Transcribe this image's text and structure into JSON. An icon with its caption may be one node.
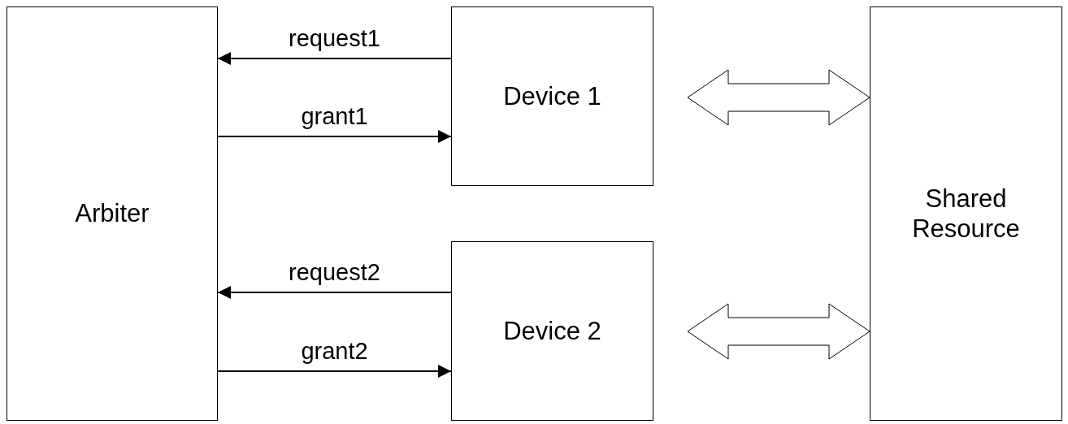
{
  "diagram": {
    "nodes": [
      {
        "text": [
          "Arbiter"
        ]
      },
      {
        "text": [
          "Device 1"
        ]
      },
      {
        "text": [
          "Device 2"
        ]
      },
      {
        "text": [
          "Shared Resource"
        ]
      }
    ],
    "edges": [
      {
        "from": 1,
        "to": 0,
        "arrow": "to",
        "label": "request1"
      },
      {
        "from": 0,
        "to": 1,
        "arrow": "to",
        "label": "grant1"
      },
      {
        "from": 2,
        "to": 0,
        "arrow": "to",
        "label": "request2"
      },
      {
        "from": 0,
        "to": 2,
        "arrow": "to",
        "label": "grant2"
      },
      {
        "from": 1,
        "to": 3,
        "arrow": "both",
        "style": "thick"
      },
      {
        "from": 2,
        "to": 3,
        "arrow": "both",
        "style": "thick"
      }
    ]
  }
}
